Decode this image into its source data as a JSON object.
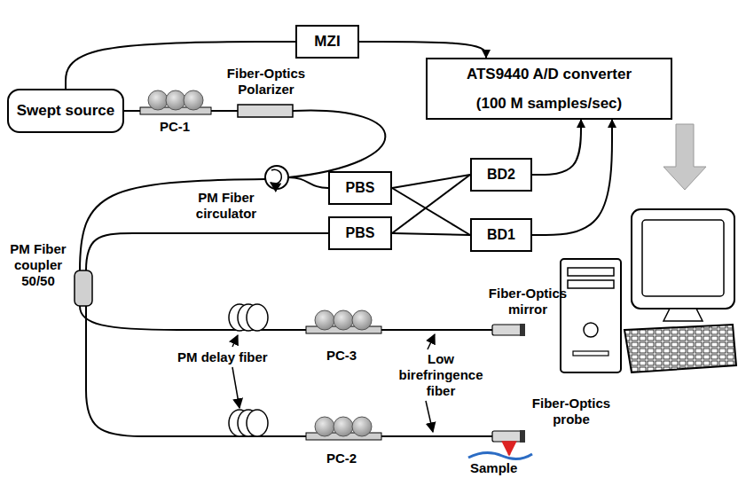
{
  "diagram": {
    "nodes": [
      {
        "text": [
          "Swept source"
        ]
      },
      {
        "text": [
          "MZI"
        ]
      },
      {
        "text": [
          "ATS9440 A/D converter",
          "(100 M samples/sec)"
        ]
      },
      {
        "text": [
          "PBS"
        ]
      },
      {
        "text": [
          "PBS"
        ]
      },
      {
        "text": [
          "BD2"
        ]
      },
      {
        "text": [
          "BD1"
        ]
      }
    ],
    "edges": [
      {
        "from": 0,
        "to": 1,
        "arrow": "none"
      },
      {
        "from": 1,
        "to": 2,
        "arrow": "to"
      },
      {
        "from": 5,
        "to": 2,
        "arrow": "to"
      },
      {
        "from": 6,
        "to": 2,
        "arrow": "to"
      },
      {
        "from": 3,
        "to": 5,
        "arrow": "none"
      },
      {
        "from": 3,
        "to": 6,
        "arrow": "none"
      },
      {
        "from": 4,
        "to": 5,
        "arrow": "none"
      },
      {
        "from": 4,
        "to": 6,
        "arrow": "none"
      }
    ],
    "labels": [
      "Fiber-Optics Polarizer",
      "PC-1",
      "PM Fiber circulator",
      "PM Fiber coupler 50/50",
      "PM delay fiber",
      "PC-3",
      "PC-2",
      "Low birefringence fiber",
      "Fiber-Optics mirror",
      "Fiber-Optics probe",
      "Sample"
    ]
  }
}
